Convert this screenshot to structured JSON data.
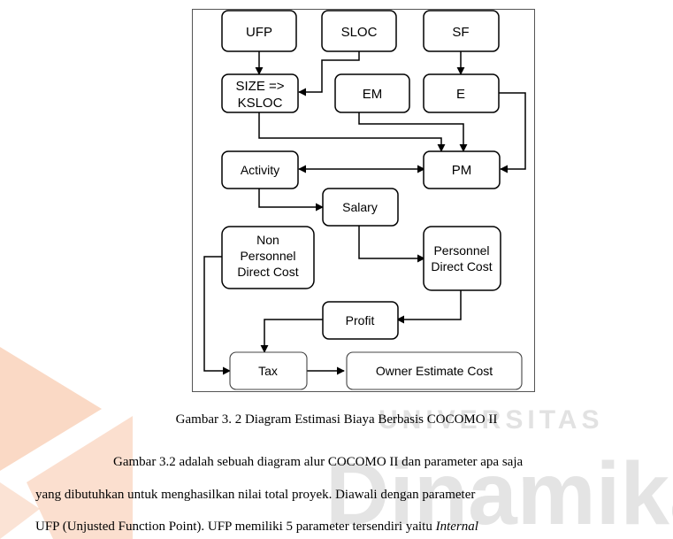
{
  "figure": {
    "nodes": {
      "ufp": [
        "UFP"
      ],
      "sloc": [
        "SLOC"
      ],
      "sf": [
        "SF"
      ],
      "size": [
        "SIZE =>",
        "KSLOC"
      ],
      "em": [
        "EM"
      ],
      "e": [
        "E"
      ],
      "activity": [
        "Activity"
      ],
      "pm": [
        "PM"
      ],
      "salary": [
        "Salary"
      ],
      "npdc": [
        "Non",
        "Personnel",
        "Direct Cost"
      ],
      "pdc": [
        "Personnel",
        "Direct Cost"
      ],
      "profit": [
        "Profit"
      ],
      "tax": [
        "Tax"
      ],
      "oec": [
        "Owner Estimate Cost"
      ]
    }
  },
  "caption": "Gambar 3. 2 Diagram Estimasi Biaya Berbasis COCOMO II",
  "paragraph": {
    "line1": "Gambar 3.2 adalah sebuah diagram alur COCOMO II dan parameter apa saja",
    "line2": "yang dibutuhkan untuk menghasilkan nilai total proyek. Diawali dengan parameter",
    "line3_plain": "UFP (Unjusted Function Point). UFP memiliki 5 parameter tersendiri yaitu ",
    "line3_italic": "Internal"
  },
  "watermark": {
    "top_text": "UNIVERSITAS",
    "big_text": "Dinamika",
    "colors": {
      "orange": "#f6b995",
      "gray": "#dcdcdc"
    }
  }
}
